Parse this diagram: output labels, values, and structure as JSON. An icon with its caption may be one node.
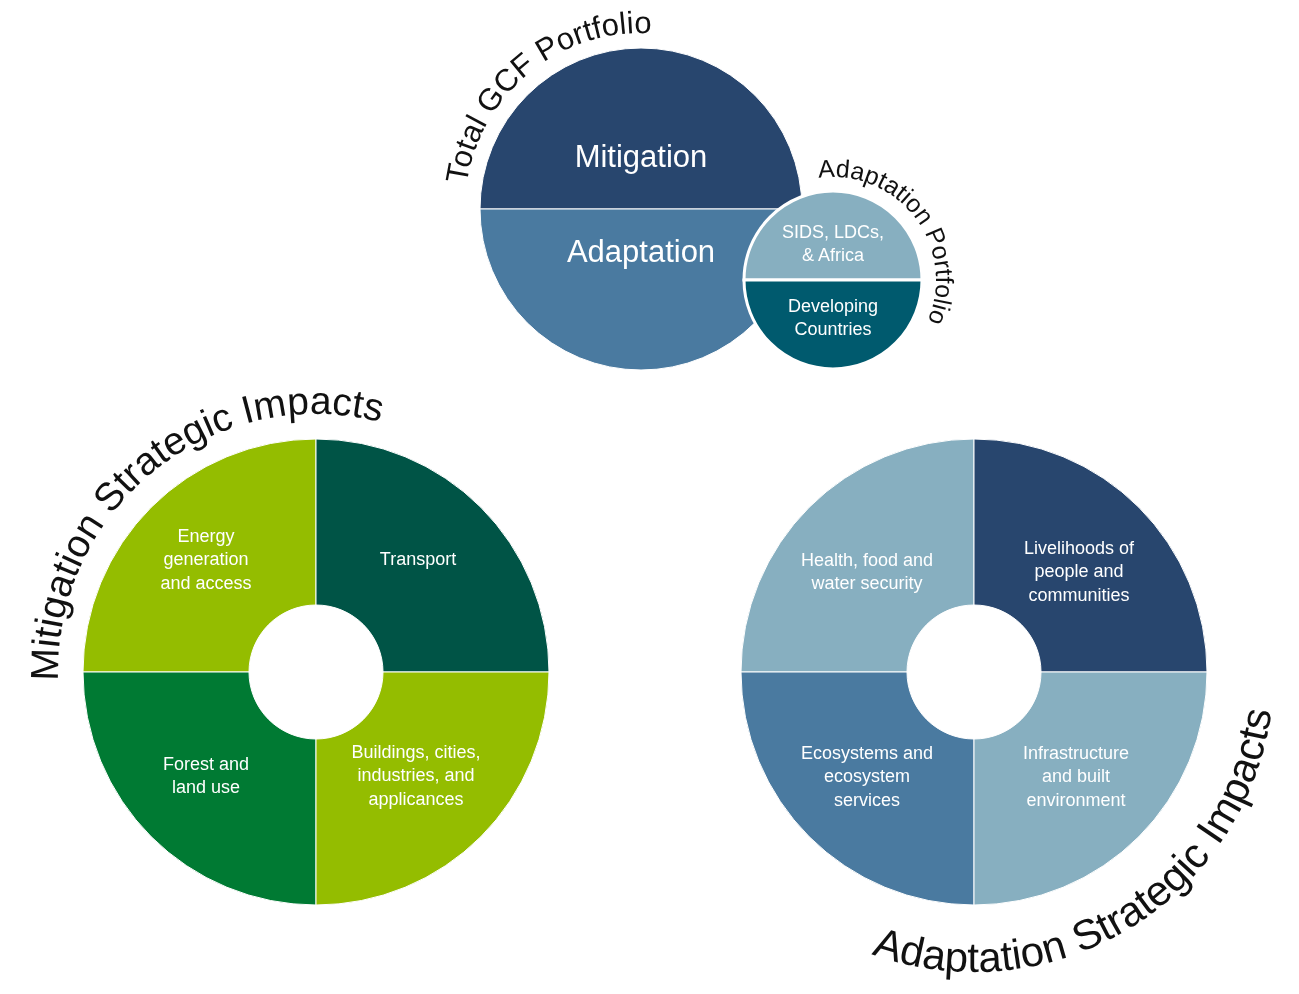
{
  "diagram": {
    "nodes": [
      {
        "text": [
          "Mitigation"
        ]
      },
      {
        "text": [
          "Adaptation"
        ]
      },
      {
        "text": [
          "SIDS, LDCs, & Africa"
        ]
      },
      {
        "text": [
          "Developing Countries"
        ]
      },
      {
        "text": [
          "Energy generation and access"
        ]
      },
      {
        "text": [
          "Transport"
        ]
      },
      {
        "text": [
          "Forest and land use"
        ]
      },
      {
        "text": [
          "Buildings, cities, industries, and applicances"
        ]
      },
      {
        "text": [
          "Health, food and water security"
        ]
      },
      {
        "text": [
          "Livelihoods of people and communities"
        ]
      },
      {
        "text": [
          "Ecosystems and ecosystem services"
        ]
      },
      {
        "text": [
          "Infrastructure and built environment"
        ]
      }
    ],
    "labels": [
      "Total GCF Portfolio",
      "Adaptation Portfolio",
      "Mitigation Strategic Impacts",
      "Adaptation Strategic Impacts"
    ]
  }
}
